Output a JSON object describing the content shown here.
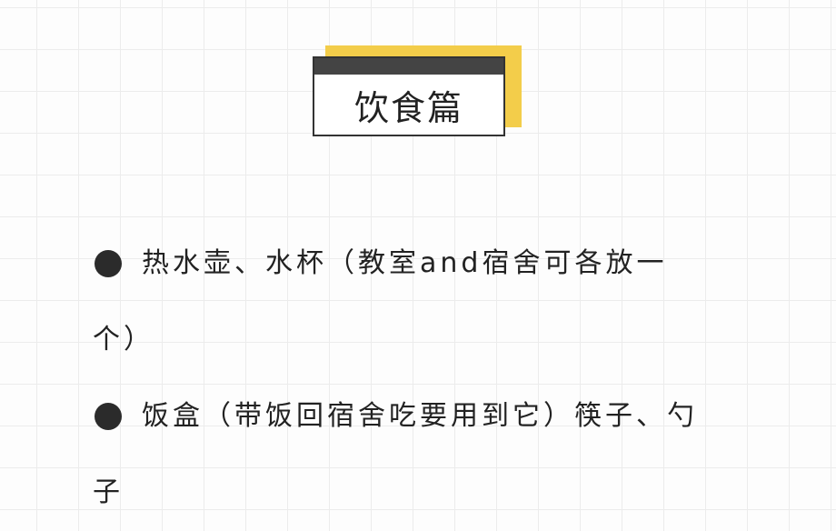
{
  "title": "饮食篇",
  "items": [
    {
      "line1": "热水壶、水杯（教室and宿舍可各放一",
      "line2": "个）"
    },
    {
      "line1": "饭盒（带饭回宿舍吃要用到它）筷子、勺",
      "line2": "子"
    }
  ]
}
